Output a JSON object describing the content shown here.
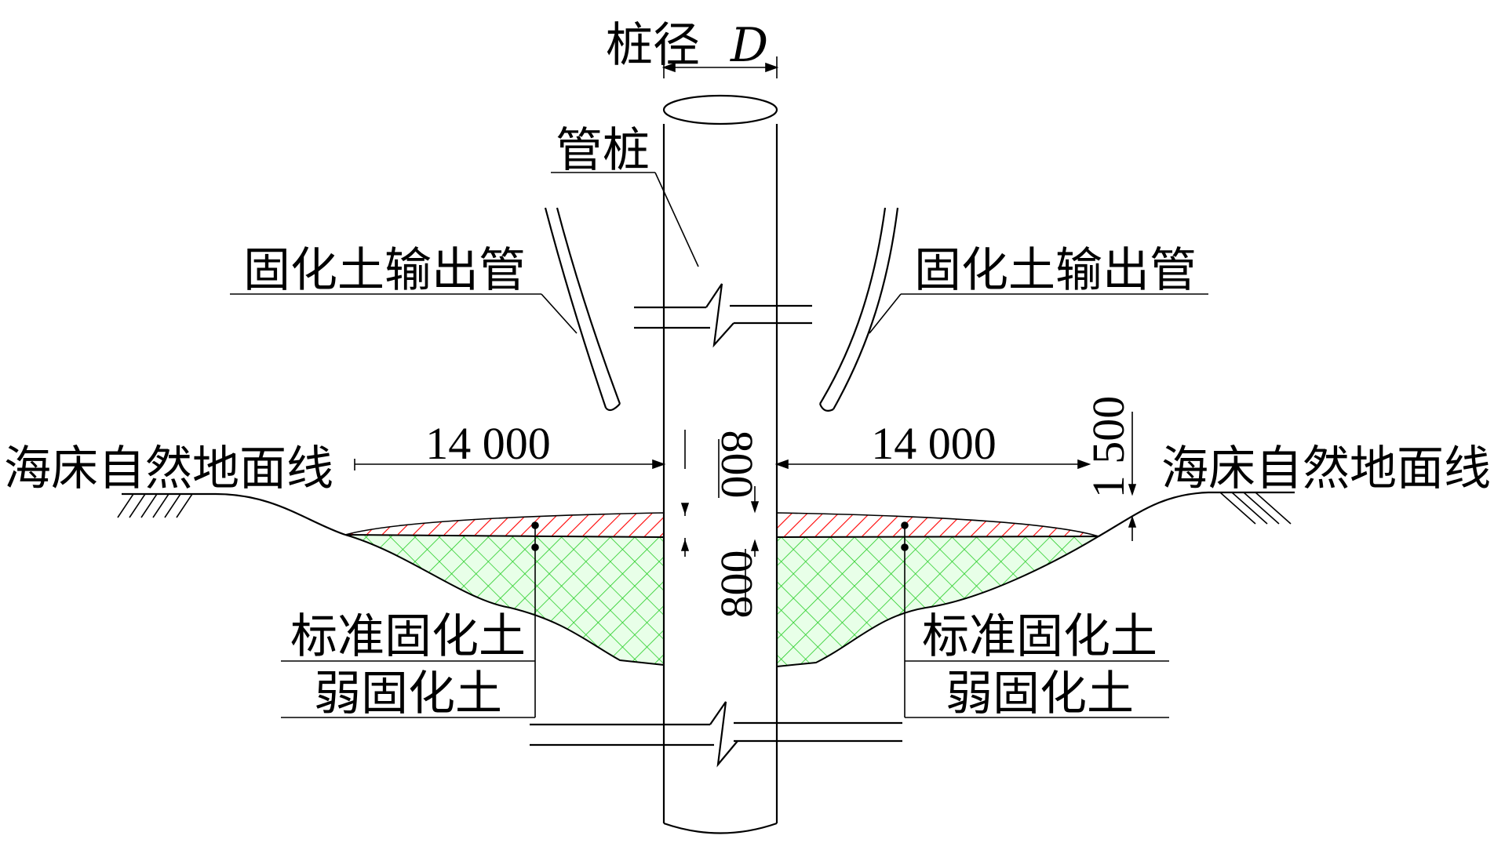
{
  "labels": {
    "pile_diameter": "桩径",
    "pile_diameter_symbol": "D",
    "pipe_pile": "管桩",
    "output_pipe_left": "固化土输出管",
    "output_pipe_right": "固化土输出管",
    "seabed_left": "海床自然地面线",
    "seabed_right": "海床自然地面线",
    "standard_soil_left": "标准固化土",
    "weak_soil_left": "弱固化土",
    "standard_soil_right": "标准固化土",
    "weak_soil_right": "弱固化土"
  },
  "dimensions": {
    "left_width": "14 000",
    "right_width": "14 000",
    "depth_top": "800",
    "depth_bottom": "800",
    "bank_height": "1 500"
  },
  "colors": {
    "standard_hatch": "#ff0000",
    "weak_mesh": "#00dd00",
    "weak_fill": "#e8ffe8",
    "line": "#000000"
  }
}
